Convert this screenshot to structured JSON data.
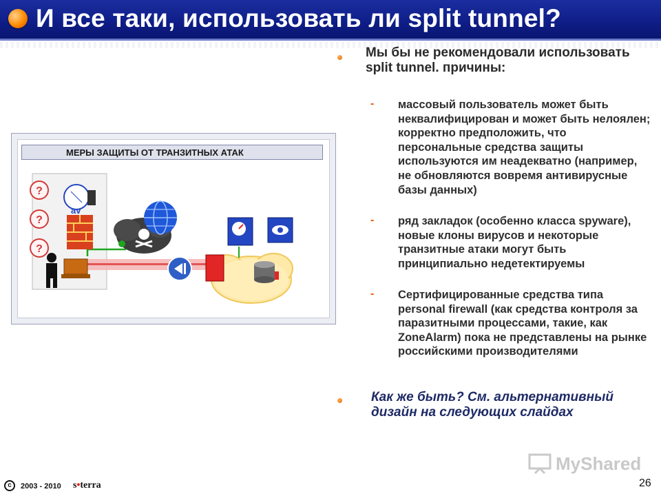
{
  "slide": {
    "title": "И все таки, использовать ли split tunnel?",
    "page_number": "26"
  },
  "diagram": {
    "header": "МЕРЫ ЗАЩИТЫ ОТ ТРАНЗИТНЫХ АТАК",
    "question_mark": "?",
    "av_label": "av"
  },
  "bullets": [
    {
      "text": "Мы бы не рекомендовали использовать split tunnel. причины:",
      "subitems": [
        "массовый пользователь может быть неквалифицирован и может быть нелоялен; корректно предположить, что персональные средства защиты используются им неадекватно (например, не обновляются вовремя антивирусные базы данных)",
        "ряд закладок (особенно класса spyware), новые клоны вирусов и некоторые транзитные атаки могут быть принципиально недетектируемы",
        "Сертифицированные средства типа personal firewall (как средства контроля за паразитными процессами, такие, как ZoneAlarm) пока не представлены на рынке российскими производителями"
      ]
    },
    {
      "text": "Как же быть? См. альтернативный дизайн на следующих слайдах"
    }
  ],
  "sub_marker": "-",
  "footer": {
    "copyright_symbol": "c",
    "years": "2003 - 2010",
    "logo_s": "s",
    "logo_dot": "•",
    "logo_rest": "terra"
  },
  "watermark": "MyShared",
  "colors": {
    "title_bar": "#0e1d86",
    "bullet": "#e46a00",
    "italic_text": "#1e2a66"
  }
}
